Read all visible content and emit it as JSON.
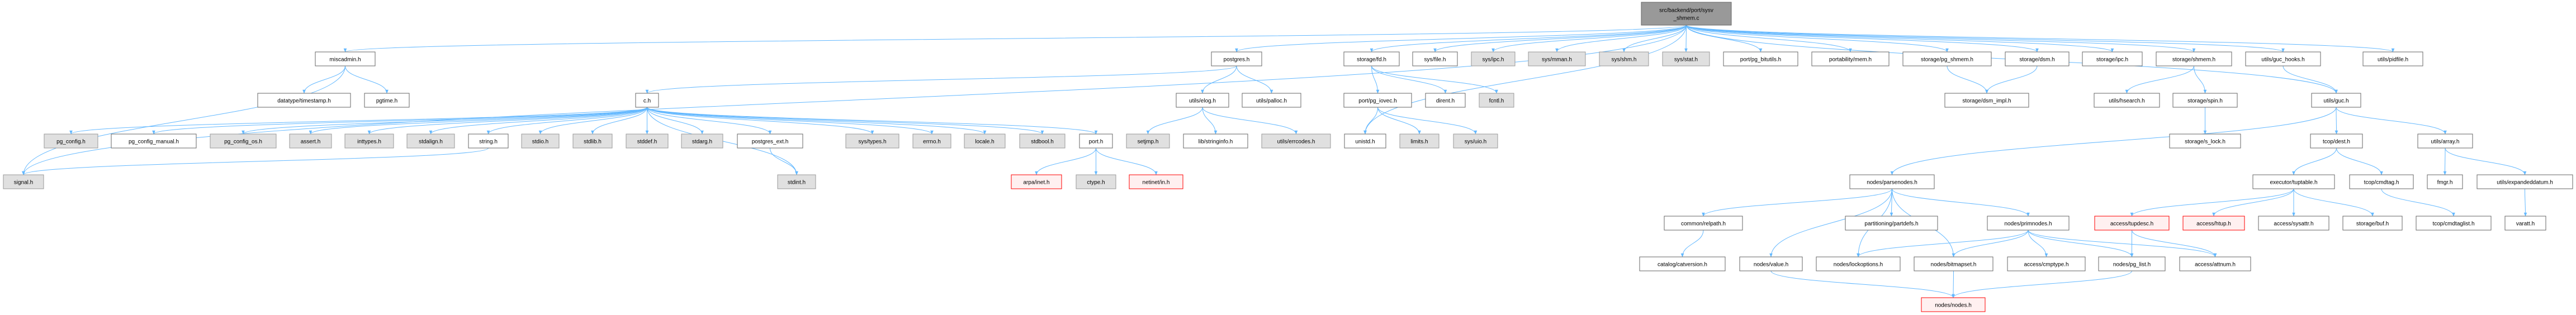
{
  "root": {
    "id": "src/backend/port/sysv_shmem.c",
    "lines": [
      "src/backend/port/sysv",
      "_shmem.c"
    ]
  },
  "nodes": [
    {
      "id": "miscadmin.h",
      "style": "normal"
    },
    {
      "id": "datatype/timestamp.h",
      "style": "normal"
    },
    {
      "id": "pgtime.h",
      "style": "normal"
    },
    {
      "id": "c.h",
      "style": "normal"
    },
    {
      "id": "pg_config.h",
      "style": "system"
    },
    {
      "id": "pg_config_manual.h",
      "style": "normal"
    },
    {
      "id": "pg_config_os.h",
      "style": "system"
    },
    {
      "id": "assert.h",
      "style": "system"
    },
    {
      "id": "inttypes.h",
      "style": "system"
    },
    {
      "id": "stdalign.h",
      "style": "system"
    },
    {
      "id": "string.h",
      "style": "normal"
    },
    {
      "id": "stdio.h",
      "style": "system"
    },
    {
      "id": "stdlib.h",
      "style": "system"
    },
    {
      "id": "stddef.h",
      "style": "system"
    },
    {
      "id": "stdarg.h",
      "style": "system"
    },
    {
      "id": "postgres_ext.h",
      "style": "normal"
    },
    {
      "id": "sys/types.h",
      "style": "system"
    },
    {
      "id": "errno.h",
      "style": "system"
    },
    {
      "id": "locale.h",
      "style": "system"
    },
    {
      "id": "stdbool.h",
      "style": "system"
    },
    {
      "id": "port.h",
      "style": "normal"
    },
    {
      "id": "setjmp.h",
      "style": "system"
    },
    {
      "id": "lib/stringinfo.h",
      "style": "normal"
    },
    {
      "id": "utils/errcodes.h",
      "style": "system"
    },
    {
      "id": "postgres.h",
      "style": "normal"
    },
    {
      "id": "utils/elog.h",
      "style": "normal"
    },
    {
      "id": "utils/palloc.h",
      "style": "normal"
    },
    {
      "id": "signal.h",
      "style": "system"
    },
    {
      "id": "stdint.h",
      "style": "system"
    },
    {
      "id": "arpa/inet.h",
      "style": "missing"
    },
    {
      "id": "ctype.h",
      "style": "system"
    },
    {
      "id": "netinet/in.h",
      "style": "missing"
    },
    {
      "id": "storage/fd.h",
      "style": "normal"
    },
    {
      "id": "sys/file.h",
      "style": "normal"
    },
    {
      "id": "sys/ipc.h",
      "style": "system"
    },
    {
      "id": "sys/mman.h",
      "style": "system"
    },
    {
      "id": "sys/shm.h",
      "style": "system"
    },
    {
      "id": "sys/stat.h",
      "style": "system"
    },
    {
      "id": "port/pg_bitutils.h",
      "style": "normal"
    },
    {
      "id": "portability/mem.h",
      "style": "normal"
    },
    {
      "id": "storage/pg_shmem.h",
      "style": "normal"
    },
    {
      "id": "storage/dsm.h",
      "style": "normal"
    },
    {
      "id": "storage/ipc.h",
      "style": "normal"
    },
    {
      "id": "storage/shmem.h",
      "style": "normal"
    },
    {
      "id": "utils/guc_hooks.h",
      "style": "normal"
    },
    {
      "id": "utils/pidfile.h",
      "style": "normal"
    },
    {
      "id": "port/pg_iovec.h",
      "style": "normal"
    },
    {
      "id": "dirent.h",
      "style": "normal"
    },
    {
      "id": "fcntl.h",
      "style": "system"
    },
    {
      "id": "unistd.h",
      "style": "normal"
    },
    {
      "id": "limits.h",
      "style": "system"
    },
    {
      "id": "sys/uio.h",
      "style": "system"
    },
    {
      "id": "storage/dsm_impl.h",
      "style": "normal"
    },
    {
      "id": "utils/hsearch.h",
      "style": "normal"
    },
    {
      "id": "storage/spin.h",
      "style": "normal"
    },
    {
      "id": "storage/s_lock.h",
      "style": "normal"
    },
    {
      "id": "utils/guc.h",
      "style": "normal"
    },
    {
      "id": "tcop/dest.h",
      "style": "normal"
    },
    {
      "id": "utils/array.h",
      "style": "normal"
    },
    {
      "id": "nodes/parsenodes.h",
      "style": "normal"
    },
    {
      "id": "executor/tuptable.h",
      "style": "normal"
    },
    {
      "id": "tcop/cmdtag.h",
      "style": "normal"
    },
    {
      "id": "fmgr.h",
      "style": "normal"
    },
    {
      "id": "utils/expandeddatum.h",
      "style": "normal"
    },
    {
      "id": "common/relpath.h",
      "style": "normal"
    },
    {
      "id": "partitioning/partdefs.h",
      "style": "normal"
    },
    {
      "id": "nodes/primnodes.h",
      "style": "normal"
    },
    {
      "id": "access/tupdesc.h",
      "style": "missing"
    },
    {
      "id": "access/htup.h",
      "style": "missing"
    },
    {
      "id": "access/sysattr.h",
      "style": "normal"
    },
    {
      "id": "storage/buf.h",
      "style": "normal"
    },
    {
      "id": "tcop/cmdtaglist.h",
      "style": "normal"
    },
    {
      "id": "varatt.h",
      "style": "normal"
    },
    {
      "id": "catalog/catversion.h",
      "style": "normal"
    },
    {
      "id": "nodes/value.h",
      "style": "normal"
    },
    {
      "id": "nodes/lockoptions.h",
      "style": "normal"
    },
    {
      "id": "nodes/bitmapset.h",
      "style": "normal"
    },
    {
      "id": "access/cmptype.h",
      "style": "normal"
    },
    {
      "id": "nodes/pg_list.h",
      "style": "normal"
    },
    {
      "id": "access/attnum.h",
      "style": "normal"
    },
    {
      "id": "nodes/nodes.h",
      "style": "missing"
    }
  ],
  "edges": [
    [
      "src/backend/port/sysv_shmem.c",
      "miscadmin.h"
    ],
    [
      "src/backend/port/sysv_shmem.c",
      "signal.h"
    ],
    [
      "src/backend/port/sysv_shmem.c",
      "postgres.h"
    ],
    [
      "src/backend/port/sysv_shmem.c",
      "storage/fd.h"
    ],
    [
      "src/backend/port/sysv_shmem.c",
      "sys/file.h"
    ],
    [
      "src/backend/port/sysv_shmem.c",
      "sys/ipc.h"
    ],
    [
      "src/backend/port/sysv_shmem.c",
      "sys/mman.h"
    ],
    [
      "src/backend/port/sysv_shmem.c",
      "sys/shm.h"
    ],
    [
      "src/backend/port/sysv_shmem.c",
      "sys/stat.h"
    ],
    [
      "src/backend/port/sysv_shmem.c",
      "port/pg_bitutils.h"
    ],
    [
      "src/backend/port/sysv_shmem.c",
      "portability/mem.h"
    ],
    [
      "src/backend/port/sysv_shmem.c",
      "storage/pg_shmem.h"
    ],
    [
      "src/backend/port/sysv_shmem.c",
      "storage/dsm.h"
    ],
    [
      "src/backend/port/sysv_shmem.c",
      "storage/ipc.h"
    ],
    [
      "src/backend/port/sysv_shmem.c",
      "storage/shmem.h"
    ],
    [
      "src/backend/port/sysv_shmem.c",
      "utils/guc_hooks.h"
    ],
    [
      "src/backend/port/sysv_shmem.c",
      "utils/pidfile.h"
    ],
    [
      "src/backend/port/sysv_shmem.c",
      "utils/guc.h"
    ],
    [
      "src/backend/port/sysv_shmem.c",
      "unistd.h"
    ],
    [
      "miscadmin.h",
      "datatype/timestamp.h"
    ],
    [
      "miscadmin.h",
      "pgtime.h"
    ],
    [
      "miscadmin.h",
      "signal.h"
    ],
    [
      "postgres.h",
      "c.h"
    ],
    [
      "postgres.h",
      "utils/elog.h"
    ],
    [
      "postgres.h",
      "utils/palloc.h"
    ],
    [
      "c.h",
      "pg_config.h"
    ],
    [
      "c.h",
      "pg_config_manual.h"
    ],
    [
      "c.h",
      "pg_config_os.h"
    ],
    [
      "c.h",
      "assert.h"
    ],
    [
      "c.h",
      "inttypes.h"
    ],
    [
      "c.h",
      "stdalign.h"
    ],
    [
      "c.h",
      "string.h"
    ],
    [
      "c.h",
      "stdio.h"
    ],
    [
      "c.h",
      "stdlib.h"
    ],
    [
      "c.h",
      "stddef.h"
    ],
    [
      "c.h",
      "stdarg.h"
    ],
    [
      "c.h",
      "postgres_ext.h"
    ],
    [
      "c.h",
      "sys/types.h"
    ],
    [
      "c.h",
      "errno.h"
    ],
    [
      "c.h",
      "locale.h"
    ],
    [
      "c.h",
      "stdbool.h"
    ],
    [
      "c.h",
      "port.h"
    ],
    [
      "c.h",
      "stdint.h"
    ],
    [
      "string.h",
      "signal.h"
    ],
    [
      "postgres_ext.h",
      "stdint.h"
    ],
    [
      "port.h",
      "arpa/inet.h"
    ],
    [
      "port.h",
      "ctype.h"
    ],
    [
      "port.h",
      "netinet/in.h"
    ],
    [
      "utils/elog.h",
      "setjmp.h"
    ],
    [
      "utils/elog.h",
      "lib/stringinfo.h"
    ],
    [
      "utils/elog.h",
      "utils/errcodes.h"
    ],
    [
      "storage/fd.h",
      "port/pg_iovec.h"
    ],
    [
      "storage/fd.h",
      "dirent.h"
    ],
    [
      "storage/fd.h",
      "fcntl.h"
    ],
    [
      "port/pg_iovec.h",
      "unistd.h"
    ],
    [
      "port/pg_iovec.h",
      "limits.h"
    ],
    [
      "port/pg_iovec.h",
      "sys/uio.h"
    ],
    [
      "storage/pg_shmem.h",
      "storage/dsm_impl.h"
    ],
    [
      "storage/dsm.h",
      "storage/dsm_impl.h"
    ],
    [
      "storage/shmem.h",
      "utils/hsearch.h"
    ],
    [
      "storage/shmem.h",
      "storage/spin.h"
    ],
    [
      "storage/spin.h",
      "storage/s_lock.h"
    ],
    [
      "utils/guc_hooks.h",
      "utils/guc.h"
    ],
    [
      "utils/guc.h",
      "nodes/parsenodes.h"
    ],
    [
      "utils/guc.h",
      "tcop/dest.h"
    ],
    [
      "utils/guc.h",
      "utils/array.h"
    ],
    [
      "tcop/dest.h",
      "executor/tuptable.h"
    ],
    [
      "tcop/dest.h",
      "tcop/cmdtag.h"
    ],
    [
      "utils/array.h",
      "fmgr.h"
    ],
    [
      "utils/array.h",
      "utils/expandeddatum.h"
    ],
    [
      "utils/expandeddatum.h",
      "varatt.h"
    ],
    [
      "tcop/cmdtag.h",
      "tcop/cmdtaglist.h"
    ],
    [
      "executor/tuptable.h",
      "access/tupdesc.h"
    ],
    [
      "executor/tuptable.h",
      "access/htup.h"
    ],
    [
      "executor/tuptable.h",
      "access/sysattr.h"
    ],
    [
      "executor/tuptable.h",
      "storage/buf.h"
    ],
    [
      "access/tupdesc.h",
      "nodes/pg_list.h"
    ],
    [
      "access/tupdesc.h",
      "access/attnum.h"
    ],
    [
      "nodes/parsenodes.h",
      "common/relpath.h"
    ],
    [
      "nodes/parsenodes.h",
      "nodes/value.h"
    ],
    [
      "nodes/parsenodes.h",
      "nodes/lockoptions.h"
    ],
    [
      "nodes/parsenodes.h",
      "partitioning/partdefs.h"
    ],
    [
      "nodes/parsenodes.h",
      "nodes/bitmapset.h"
    ],
    [
      "nodes/parsenodes.h",
      "nodes/primnodes.h"
    ],
    [
      "common/relpath.h",
      "catalog/catversion.h"
    ],
    [
      "nodes/primnodes.h",
      "nodes/lockoptions.h"
    ],
    [
      "nodes/primnodes.h",
      "nodes/bitmapset.h"
    ],
    [
      "nodes/primnodes.h",
      "access/cmptype.h"
    ],
    [
      "nodes/primnodes.h",
      "nodes/pg_list.h"
    ],
    [
      "nodes/primnodes.h",
      "access/attnum.h"
    ],
    [
      "nodes/value.h",
      "nodes/nodes.h"
    ],
    [
      "nodes/bitmapset.h",
      "nodes/nodes.h"
    ],
    [
      "nodes/pg_list.h",
      "nodes/nodes.h"
    ]
  ],
  "colors": {
    "edge": "#63b8ff",
    "root_fill": "#999999",
    "root_border": "#666666",
    "normal_fill": "#ffffff",
    "normal_border": "#666666",
    "system_fill": "#e0e0e0",
    "system_border": "#999999",
    "missing_fill": "#fff0f0",
    "missing_border": "#ff0000"
  }
}
